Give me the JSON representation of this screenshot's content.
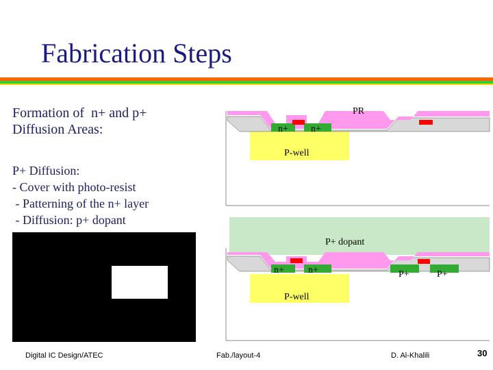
{
  "slide": {
    "title": "Fabrication Steps",
    "heading1_line1": "Formation of  n+ and p+",
    "heading1_line2": "Diffusion Areas:",
    "heading2_line1": "P+ Diffusion:",
    "heading2_line2": "- Cover with photo-resist",
    "heading2_line3": " - Patterning of the n+ layer",
    "heading2_line4": " - Diffusion: p+ dopant",
    "page_number": "30"
  },
  "diagram_top": {
    "pr_label": "PR",
    "n_left": "n+",
    "n_right": "n+",
    "well_label": "P-well"
  },
  "diagram_bottom": {
    "dopant_label": "P+ dopant",
    "n_left": "n+",
    "n_right": "n+",
    "p_left": "P+",
    "p_right": "P+",
    "well_label": "P-well"
  },
  "footer": {
    "left": "Digital IC Design/ATEC",
    "center": "Fab./layout-4",
    "right": "D. Al-Khalili"
  },
  "colors": {
    "title": "#1a1a80",
    "photoresist": "#ff99ee",
    "oxide": "#d8d8d8",
    "n_diffusion": "#33aa33",
    "gate": "#ff0000",
    "p_well": "#ffff66",
    "dopant": "#c8e8c8"
  }
}
